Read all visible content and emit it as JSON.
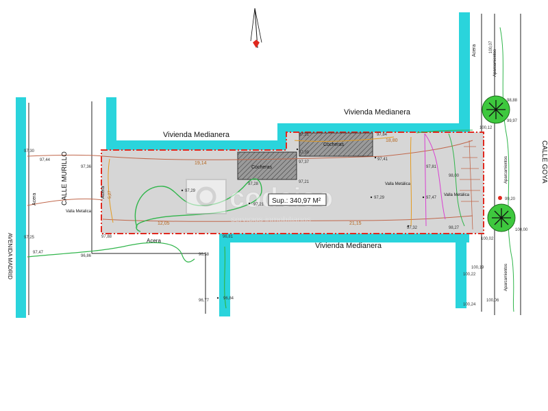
{
  "labels": {
    "vivienda_top_left": "Vivienda Medianera",
    "vivienda_top_right": "Vivienda Medianera",
    "vivienda_bottom": "Vivienda Medianera",
    "calle_murillo": "CALLE MURILLO",
    "calle_goya": "CALLE GOYA",
    "avenida": "AVENIDA MADRID",
    "acera_left": "Acera",
    "acera_lot": "Acera",
    "acera_bottom": "Acera",
    "acera_right": "Acera",
    "aparcamientos_1": "Aparcamientos",
    "aparcamientos_2": "Aparcamientos",
    "aparcamientos_3": "Aparcamientos",
    "valla_1": "Valla Metalica",
    "valla_2": "Valla Metálica",
    "valla_3": "Valla Metálica",
    "cochera_1": "Cocheras",
    "cochera_2": "Cocheras",
    "sup": "Sup.: 340,97 M²",
    "watermark_brand": "codeiso",
    "watermark_sub": "servicios inmobiliarios",
    "dim_top": "19,14",
    "dim_bottom": "12,05",
    "dim_mid_bottom": "21,15",
    "dim_right_top": "18,80",
    "dim_left": "5,27"
  },
  "elevations": {
    "e1": "97,30",
    "e2": "97,44",
    "e3": "97,36",
    "e4": "97,21",
    "e5": "97,39",
    "e6": "97,37",
    "e7": "97,28",
    "e8": "97,41",
    "e9": "97,84",
    "e10": "97,21",
    "e11": "97,81",
    "e12": "97,47",
    "e13": "97,29",
    "e14": "98,00",
    "e15": "97,32",
    "e16": "98,27",
    "e17": "96,81",
    "e18": "97,88",
    "e19": "96,86",
    "e20": "96,58",
    "e21": "96,77",
    "e22": "96,84",
    "e23": "97,25",
    "e24": "97,47",
    "e25": "100,07",
    "e26": "98,88",
    "e27": "99,97",
    "e28": "100,12",
    "e29": "99,20",
    "e30": "100,00",
    "e31": "100,02",
    "e32": "100,19",
    "e33": "100,22",
    "e34": "100,24",
    "e35": "100,06",
    "e36": "97,21"
  },
  "colors": {
    "wall": "#2ad4dc",
    "lot_fill": "#d6d6d6",
    "boundary": "#e0281e",
    "contour_brown": "#c0664a",
    "contour_green": "#2fb54a",
    "contour_orange": "#e49a1e",
    "contour_magenta": "#d93fd2",
    "tree": "#3ec83e"
  }
}
